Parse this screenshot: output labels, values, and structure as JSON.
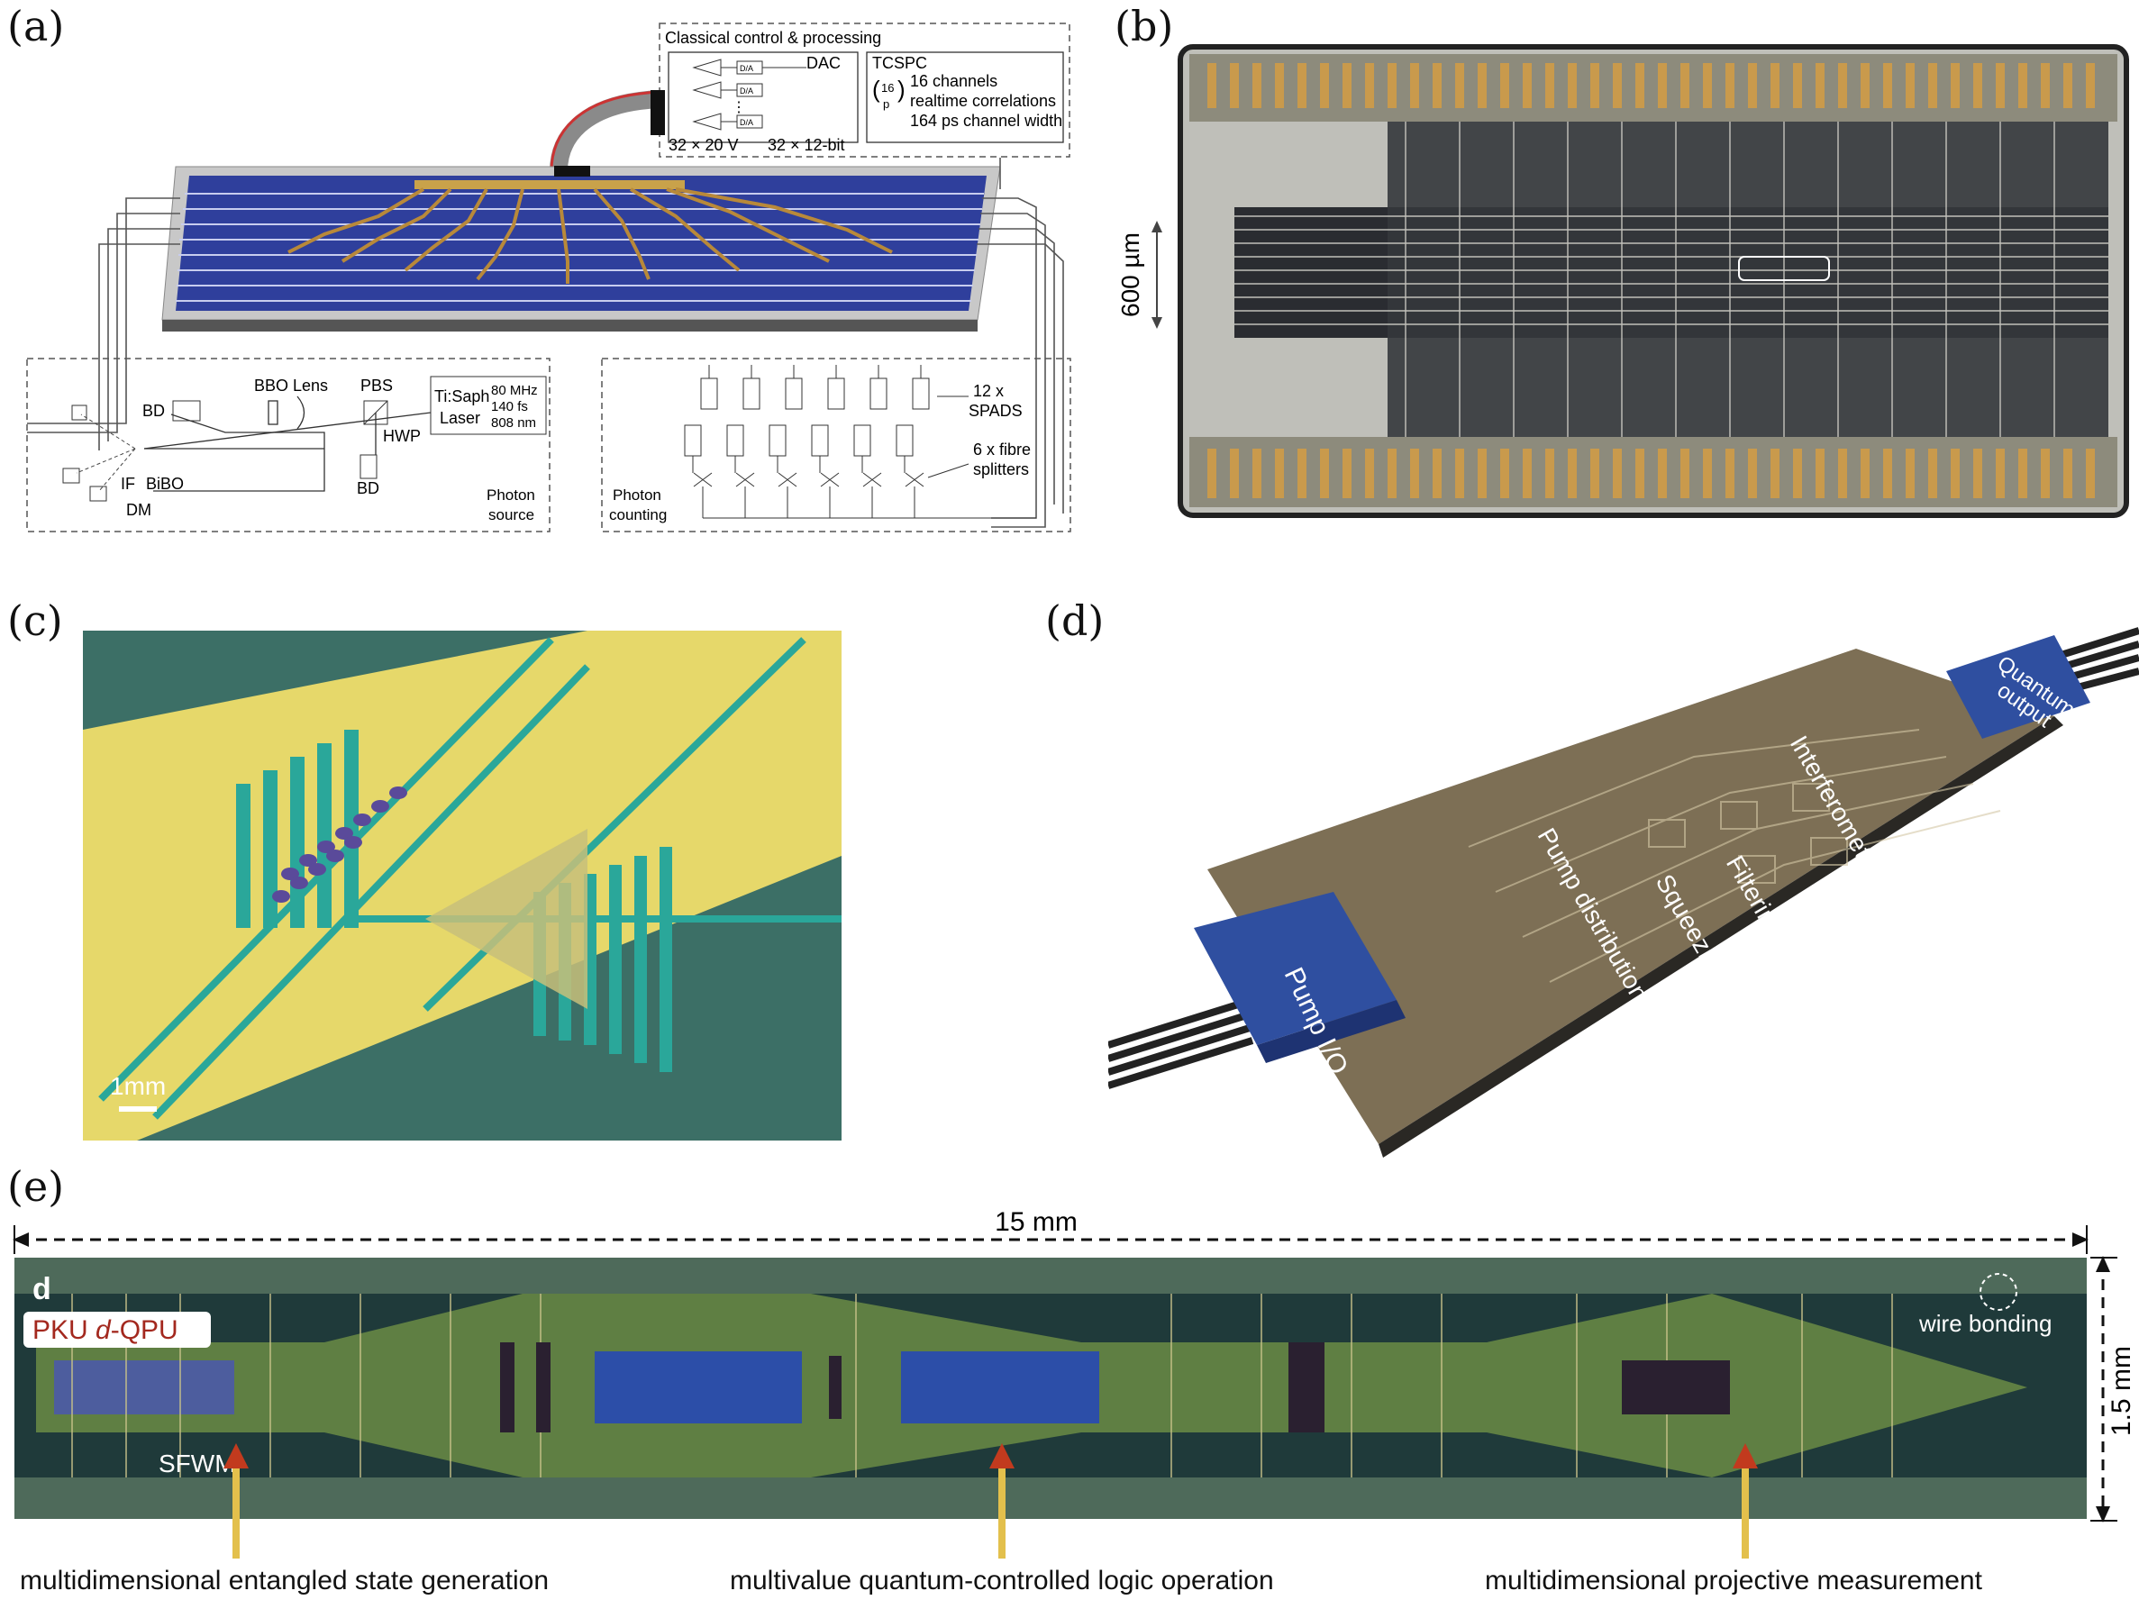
{
  "panels": {
    "a": {
      "letter": "(a)",
      "classical_title": "Classical control & processing",
      "dac": "DAC",
      "da_chip": "D/A",
      "dots": "⋮",
      "volts": "32 × 20 V",
      "bits": "32 × 12-bit",
      "tcspc": "TCSPC",
      "binom_top": "16",
      "binom_bottom": "p",
      "tcspc_line1": "16 channels",
      "tcspc_line2": "realtime correlations",
      "tcspc_line3": "164 ps channel width",
      "bd_top": "BD",
      "bbo_lens": "BBO Lens",
      "pbs": "PBS",
      "laser_1": "Ti:Saph",
      "laser_2": "Laser",
      "laser_3": "80 MHz",
      "laser_4": "140 fs",
      "laser_5": "808 nm",
      "hwp": "HWP",
      "bd_bottom": "BD",
      "if": "IF",
      "bibo": "BiBO",
      "dm": "DM",
      "photon_source_1": "Photon",
      "photon_source_2": "source",
      "photon_counting_1": "Photon",
      "photon_counting_2": "counting",
      "spads_1": "12 x",
      "spads_2": "SPADS",
      "splitters_1": "6 x fibre",
      "splitters_2": "splitters"
    },
    "b": {
      "letter": "(b)",
      "scale": "600 µm"
    },
    "c": {
      "letter": "(c)",
      "scale": "1mm"
    },
    "d": {
      "letter": "(d)",
      "pump_io": "Pump I/O",
      "quantum_1": "Quantum",
      "quantum_2": "output",
      "pump_distribution": "Pump distribution",
      "squeezing": "Squeezing",
      "filtering": "Filtering",
      "interferometer": "Interferometer"
    },
    "e": {
      "letter": "(e)",
      "length": "15 mm",
      "width": "1.5 mm",
      "inset_letter": "d",
      "badge_prefix": "PKU ",
      "badge_italic": "d",
      "badge_suffix": "-QPU",
      "wire_bonding": "wire bonding",
      "sfwm": "SFWM",
      "label_1": "multidimensional entangled state generation",
      "label_2": "multivalue quantum-controlled logic operation",
      "label_3": "multidimensional projective measurement"
    }
  },
  "colors": {
    "chip_blue": "#2f3f9c",
    "gold": "#b8893a",
    "yellow_substrate": "#e6d86a",
    "teal": "#2aa79a",
    "arrow_red": "#c23a1e",
    "badge_red": "#a3281e"
  }
}
